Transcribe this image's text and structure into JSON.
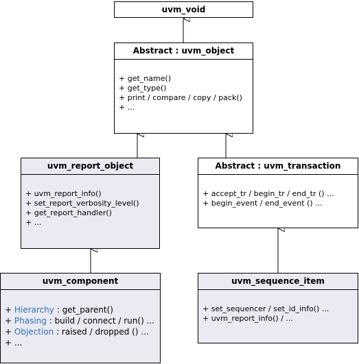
{
  "classes": {
    "uvm_void": {
      "title": "uvm_void"
    },
    "uvm_object": {
      "title": "Abstract : uvm_object",
      "members": [
        "+ get_name()",
        "+ get_type()",
        "+ print / compare / copy / pack()",
        "+ ..."
      ]
    },
    "uvm_report_object": {
      "title": "uvm_report_object",
      "members": [
        "+ uvm_report_info()",
        "+ set_report_verbosity_level()",
        "+ get_report_handler()",
        "+ ..."
      ]
    },
    "uvm_transaction": {
      "title": "Abstract : uvm_transaction",
      "members": [
        "+ accept_tr / begin_tr / end_tr () ...",
        "+ begin_event / end_event () ..."
      ]
    },
    "uvm_component": {
      "title": "uvm_component",
      "members": [
        {
          "prefix": "+ ",
          "keyword": "Hierarchy",
          "rest": " : get_parent()"
        },
        {
          "prefix": "+ ",
          "keyword": "Phasing",
          "rest": " : build / connect / run() ..."
        },
        {
          "prefix": "+ ",
          "keyword": "Objection",
          "rest": " : raised / dropped () ..."
        },
        {
          "prefix": "+ ",
          "keyword": "",
          "rest": "..."
        }
      ]
    },
    "uvm_sequence_item": {
      "title": "uvm_sequence_item",
      "members": [
        "+ set_sequencer / set_id_info() ...",
        "+ uvm_report_info() / ..."
      ]
    }
  },
  "colors": {
    "shaded_fill": "#ebe9f2",
    "keyword": "#2d72b8"
  }
}
